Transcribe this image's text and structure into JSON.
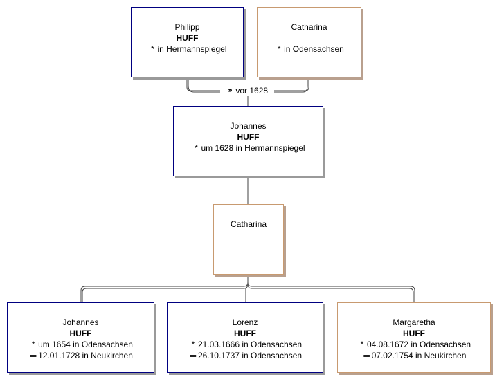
{
  "symbols": {
    "born": "*",
    "died": "═",
    "married": "⚭"
  },
  "parents": {
    "father": {
      "given": "Philipp",
      "surname": "HUFF",
      "birth": "in Hermannspiegel"
    },
    "mother": {
      "given": "Catharina",
      "birth": "in Odensachsen"
    },
    "marriage": "vor 1628"
  },
  "subject": {
    "given": "Johannes",
    "surname": "HUFF",
    "birth": "um 1628 in Hermannspiegel"
  },
  "spouse": {
    "given": "Catharina"
  },
  "children": [
    {
      "given": "Johannes",
      "surname": "HUFF",
      "birth": "um 1654 in Odensachsen",
      "death": "12.01.1728 in Neukirchen"
    },
    {
      "given": "Lorenz",
      "surname": "HUFF",
      "birth": "21.03.1666 in Odensachsen",
      "death": "26.10.1737 in Odensachsen"
    },
    {
      "given": "Margaretha",
      "surname": "HUFF",
      "birth": "04.08.1672 in Odensachsen",
      "death": "07.02.1754 in Neukirchen"
    }
  ],
  "colors": {
    "male_border": "#000080",
    "female_border": "#c89a70",
    "connector": "#404040"
  }
}
